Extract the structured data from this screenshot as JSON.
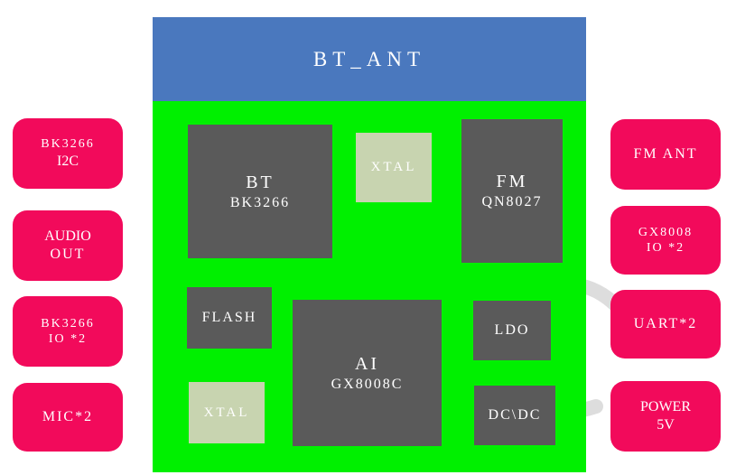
{
  "antenna": {
    "label": "BT_ANT"
  },
  "chips": {
    "bt": {
      "title": "BT",
      "part": "BK3266"
    },
    "xtal_top": {
      "label": "XTAL"
    },
    "fm": {
      "title": "FM",
      "part": "QN8027"
    },
    "flash": {
      "label": "FLASH"
    },
    "ai": {
      "title": "AI",
      "part": "GX8008C"
    },
    "ldo": {
      "label": "LDO"
    },
    "xtal_bottom": {
      "label": "XTAL"
    },
    "dcdc": {
      "label": "DC\\DC"
    }
  },
  "left_pills": [
    {
      "line1": "BK3266",
      "line2": "I2C"
    },
    {
      "line1": "AUDIO",
      "line2": "OUT"
    },
    {
      "line1": "BK3266",
      "line2": "IO *2"
    },
    {
      "line1": "MIC*2"
    }
  ],
  "right_pills": [
    {
      "line1": "FM ANT"
    },
    {
      "line1": "GX8008",
      "line2": "IO *2"
    },
    {
      "line1": "UART*2"
    },
    {
      "line1": "POWER",
      "line2": "5V"
    }
  ],
  "colors": {
    "board": "#00f000",
    "antenna": "#4a78be",
    "chip": "#5a5a5a",
    "xtal": "#c8d4b0",
    "pill": "#f20a5b"
  }
}
